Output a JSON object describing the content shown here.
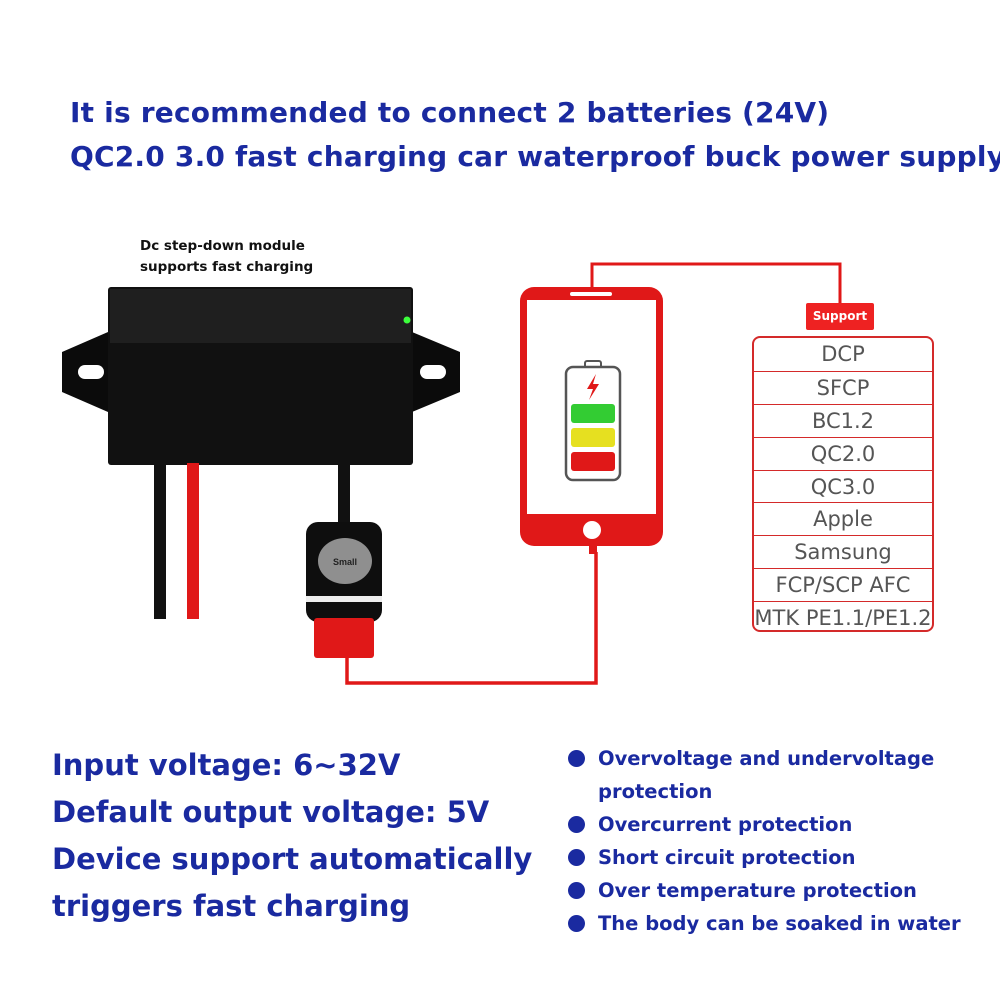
{
  "headline": {
    "line1": "It is recommended to connect 2 batteries (24V)",
    "line2": "QC2.0 3.0 fast charging car waterproof buck power supply"
  },
  "module": {
    "label_line1": "Dc step-down module",
    "label_line2": "supports fast charging",
    "plug_label": "Small"
  },
  "support": {
    "tag": "Support",
    "items": [
      "DCP",
      "SFCP",
      "BC1.2",
      "QC2.0",
      "QC3.0",
      "Apple",
      "Samsung",
      "FCP/SCP AFC",
      "MTK PE1.1/PE1.2"
    ]
  },
  "specs": [
    "Input voltage: 6~32V",
    "Default output voltage: 5V",
    "Device support automatically",
    "triggers fast charging"
  ],
  "features": [
    "Overvoltage and undervoltage protection",
    "Overcurrent protection",
    "Short circuit protection",
    "Over temperature protection",
    "The body can be soaked in water"
  ],
  "colors": {
    "headline_blue": "#1a2aa0",
    "red": "#e01818",
    "battery_green": "#33cc33",
    "battery_yellow": "#e6e020",
    "battery_red": "#e01818"
  },
  "icons": [
    "lightning-bolt-icon",
    "battery-icon",
    "bullet-dot-icon"
  ]
}
